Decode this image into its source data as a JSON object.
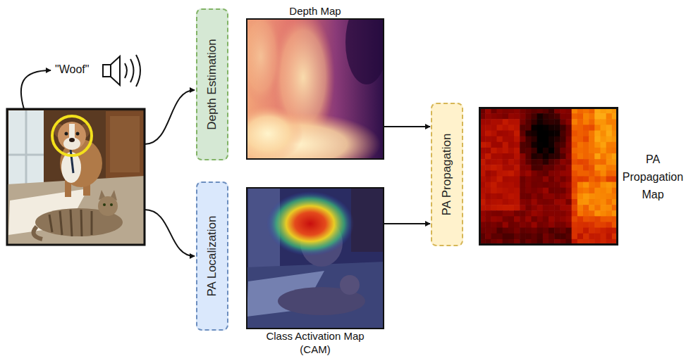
{
  "diagram": {
    "nodes": [
      {
        "text": [
          "Depth Estimation"
        ]
      },
      {
        "text": [
          "Depth Map"
        ]
      },
      {
        "text": [
          "PA Localization"
        ]
      },
      {
        "text": [
          "Class Activation Map (CAM)"
        ]
      },
      {
        "text": [
          "PA Propagation"
        ]
      },
      {
        "text": [
          "PA Propagation Map"
        ]
      }
    ],
    "edges": [
      {
        "from": 1,
        "to": 4,
        "arrow": "to"
      },
      {
        "from": 3,
        "to": 4,
        "arrow": "to"
      }
    ],
    "labels": [
      "\"Woof\""
    ]
  }
}
